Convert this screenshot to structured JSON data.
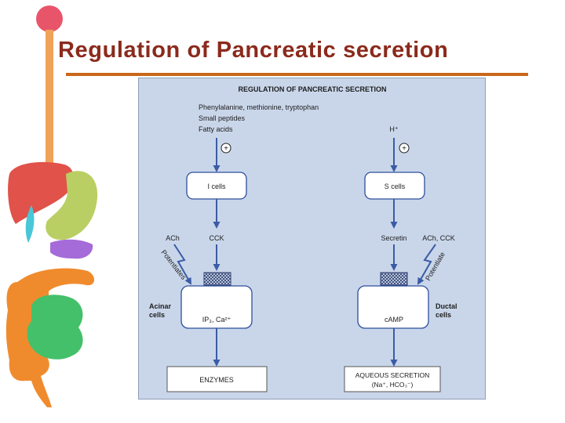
{
  "slide": {
    "title": "Regulation of Pancreatic secretion"
  },
  "diagram": {
    "heading": "REGULATION OF PANCREATIC SECRETION",
    "left_stimuli": [
      "Phenylalanine, methionine, tryptophan",
      "Small peptides",
      "Fatty acids"
    ],
    "right_stimulus": "H⁺",
    "plus_symbol": "+",
    "i_cells": "I cells",
    "s_cells": "S cells",
    "ach_left": "ACh",
    "cck": "CCK",
    "secretin": "Secretin",
    "ach_cck_right": "ACh, CCK",
    "potentiates": "Potentiates",
    "potentiate": "Potentiate",
    "acinar_line1": "Acinar",
    "acinar_line2": "cells",
    "ductal_line1": "Ductal",
    "ductal_line2": "cells",
    "ip3": "IP₃, Ca²⁺",
    "camp": "cAMP",
    "enzymes": "ENZYMES",
    "aqueous_line1": "AQUEOUS SECRETION",
    "aqueous_line2": "(Na⁺, HCO₃⁻)"
  },
  "colors": {
    "title": "#8b2a1c",
    "rule": "#c9671a",
    "panel": "#c9d6ea",
    "arrow": "#3b5ba5",
    "cell_border": "#2d4f9b"
  }
}
